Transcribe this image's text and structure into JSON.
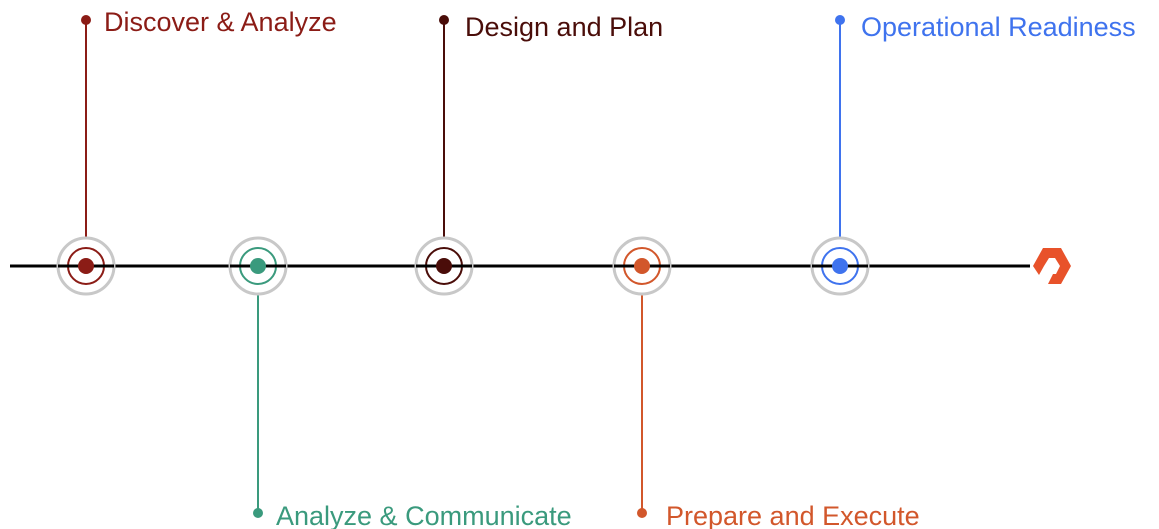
{
  "milestones": [
    {
      "label": "Discover & Analyze",
      "color": "#8b1c16"
    },
    {
      "label": "Analyze & Communicate",
      "color": "#3a9a7d"
    },
    {
      "label": "Design and Plan",
      "color": "#4a0d09"
    },
    {
      "label": "Prepare and Execute",
      "color": "#d2572b"
    },
    {
      "label": "Operational Readiness",
      "color": "#3f73ee"
    }
  ],
  "ring_color": "#c8c8c8",
  "timeline_color": "#000000",
  "logo": {
    "icon": "pure-storage-logo-icon",
    "color": "#e8522a"
  }
}
